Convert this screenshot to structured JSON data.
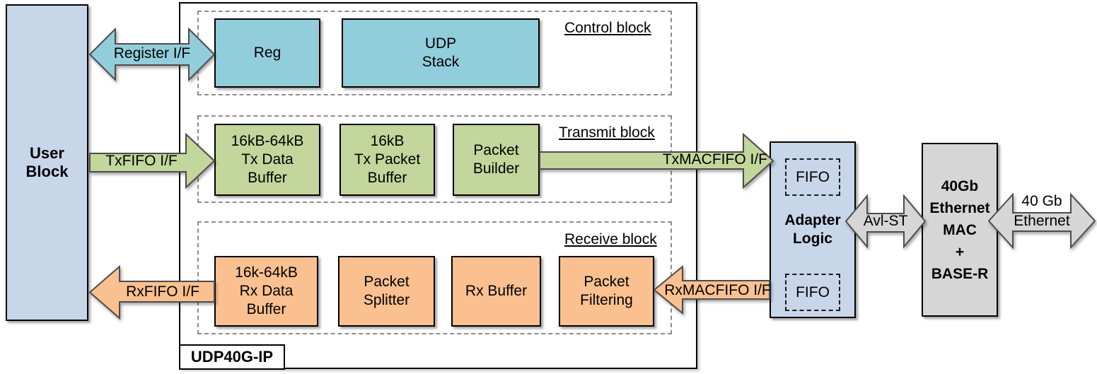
{
  "title": {
    "ip_label": "UDP40G-IP"
  },
  "blocks": {
    "user": "User\nBlock",
    "adapter": "Adapter\nLogic",
    "adapter_fifo_top": "FIFO",
    "adapter_fifo_bottom": "FIFO",
    "mac": "40Gb\nEthernet\nMAC\n+\nBASE-R"
  },
  "sections": {
    "control": {
      "label": "Control block",
      "reg": "Reg",
      "udp_stack": "UDP\nStack"
    },
    "transmit": {
      "label": "Transmit block",
      "tx_data_buffer": "16kB-64kB\nTx Data\nBuffer",
      "tx_packet_buffer": "16kB\nTx Packet\nBuffer",
      "packet_builder": "Packet\nBuilder"
    },
    "receive": {
      "label": "Receive block",
      "rx_data_buffer": "16k-64kB\nRx Data\nBuffer",
      "packet_splitter": "Packet\nSplitter",
      "rx_buffer": "Rx Buffer",
      "packet_filtering": "Packet\nFiltering"
    }
  },
  "interfaces": {
    "register_if": "Register I/F",
    "txfifo_if": "TxFIFO I/F",
    "txmacfifo_if": "TxMACFIFO I/F",
    "rxfifo_if": "RxFIFO I/F",
    "rxmacfifo_if": "RxMACFIFO I/F",
    "avl_st": "Avl-ST",
    "ethernet_line1": "40 Gb",
    "ethernet_line2": "Ethernet"
  },
  "colors": {
    "control_fill": "#92cddc",
    "transmit_fill": "#c3d69b",
    "receive_fill": "#fac090",
    "block_fill": "#c8d6ea",
    "mac_fill": "#d6d6d6",
    "outline": "#4d4d4d",
    "dashed_section": "#8c8c8c"
  }
}
